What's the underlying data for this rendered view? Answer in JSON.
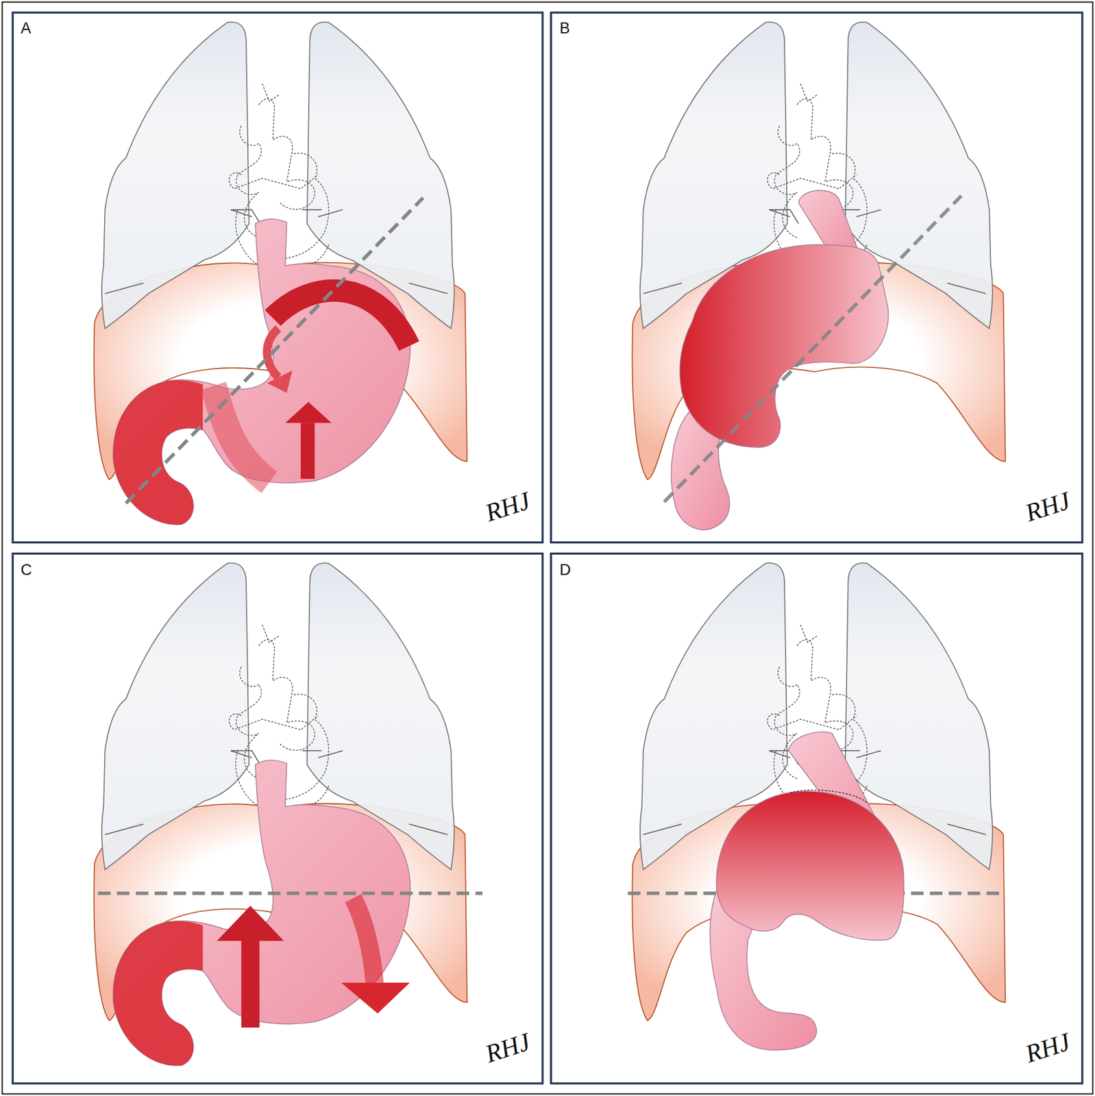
{
  "diagram": {
    "labels": [
      "A",
      "B",
      "C",
      "D",
      "RHJ",
      "RHJ",
      "RHJ",
      "RHJ"
    ]
  }
}
